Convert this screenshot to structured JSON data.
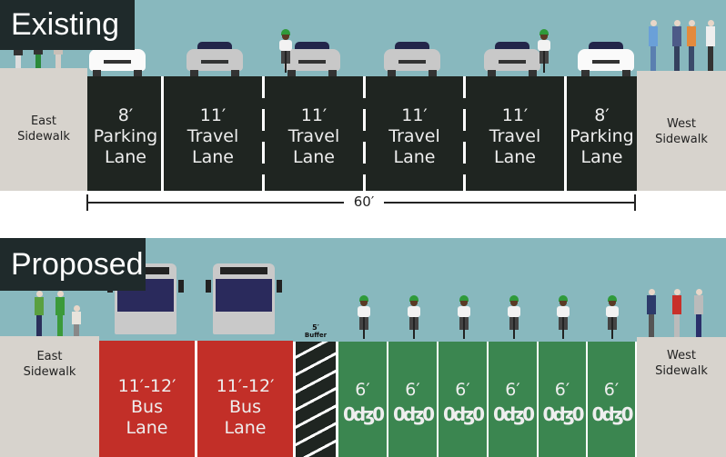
{
  "existing": {
    "title": "Existing",
    "east_sidewalk": [
      "East",
      "Sidewalk"
    ],
    "west_sidewalk": [
      "West",
      "Sidewalk"
    ],
    "lanes": [
      {
        "width": "8′",
        "name1": "Parking",
        "name2": "Lane"
      },
      {
        "width": "11′",
        "name1": "Travel",
        "name2": "Lane"
      },
      {
        "width": "11′",
        "name1": "Travel",
        "name2": "Lane"
      },
      {
        "width": "11′",
        "name1": "Travel",
        "name2": "Lane"
      },
      {
        "width": "11′",
        "name1": "Travel",
        "name2": "Lane"
      },
      {
        "width": "8′",
        "name1": "Parking",
        "name2": "Lane"
      }
    ],
    "total_width": "60′"
  },
  "proposed": {
    "title": "Proposed",
    "east_sidewalk": [
      "East",
      "Sidewalk"
    ],
    "west_sidewalk": [
      "West",
      "Sidewalk"
    ],
    "bus_lanes": [
      {
        "width": "11′-12′",
        "name1": "Bus",
        "name2": "Lane"
      },
      {
        "width": "11′-12′",
        "name1": "Bus",
        "name2": "Lane"
      }
    ],
    "buffer": {
      "width": "5′",
      "name": "Buffer"
    },
    "bike_lanes": [
      "6′",
      "6′",
      "6′",
      "6′",
      "6′",
      "6′"
    ]
  },
  "colors": {
    "sky": "#88b8be",
    "road": "#1f2521",
    "bus_lane": "#c22f28",
    "bike_lane": "#3b8650",
    "sidewalk": "#d7d3cd"
  }
}
